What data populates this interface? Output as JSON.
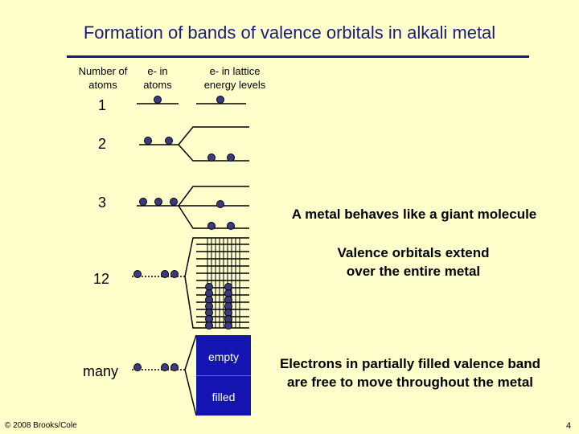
{
  "title": "Formation of bands of valence orbitals in alkali metal",
  "headers": {
    "number_of_atoms": "Number of atoms",
    "e_in_atoms": "e- in atoms",
    "e_in_lattice": "e- in lattice energy levels"
  },
  "rows": [
    {
      "label": "1"
    },
    {
      "label": "2"
    },
    {
      "label": "3"
    },
    {
      "label": "12"
    },
    {
      "label": "many"
    }
  ],
  "band": {
    "empty_label": "empty",
    "filled_label": "filled"
  },
  "statements": {
    "giant_molecule": "A metal behaves like a giant molecule",
    "valence_line1": "Valence orbitals extend",
    "valence_line2": "over the entire metal",
    "electrons_line1": "Electrons in partially filled valence band",
    "electrons_line2": "are free to move throughout the metal"
  },
  "footer": {
    "copyright": "© 2008 Brooks/Cole",
    "page": "4"
  },
  "colors": {
    "title": "#1a1a80",
    "background": "#FFFFCC",
    "band": "#1414B0",
    "electron": "#3a3a80"
  }
}
